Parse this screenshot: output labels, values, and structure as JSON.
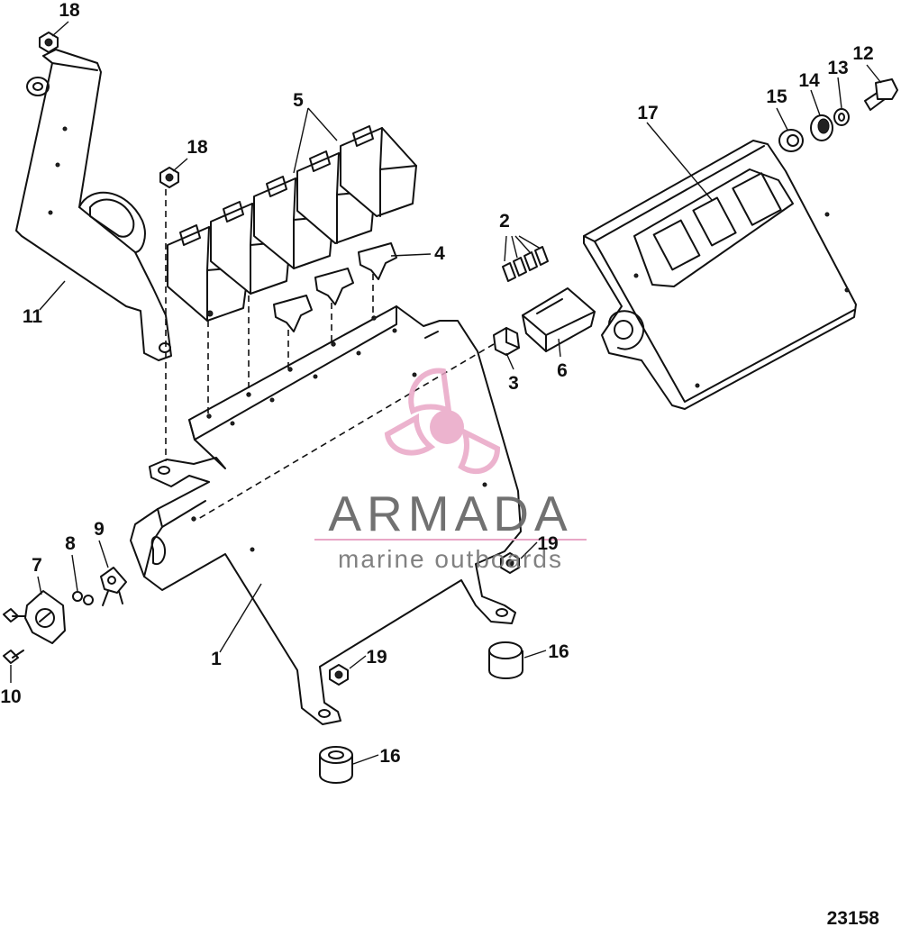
{
  "diagram": {
    "figure_number": "23158",
    "callouts": {
      "c1": "1",
      "c2": "2",
      "c3": "3",
      "c4": "4",
      "c5": "5",
      "c6": "6",
      "c7": "7",
      "c8": "8",
      "c9": "9",
      "c10": "10",
      "c11": "11",
      "c12": "12",
      "c13": "13",
      "c14": "14",
      "c15": "15",
      "c16a": "16",
      "c16b": "16",
      "c17": "17",
      "c18a": "18",
      "c18b": "18",
      "c19a": "19",
      "c19b": "19"
    }
  },
  "watermark": {
    "brand": "ARMADA",
    "tagline": "marine outboards",
    "brand_color": "#666666",
    "accent_color": "#e9a6c6"
  }
}
